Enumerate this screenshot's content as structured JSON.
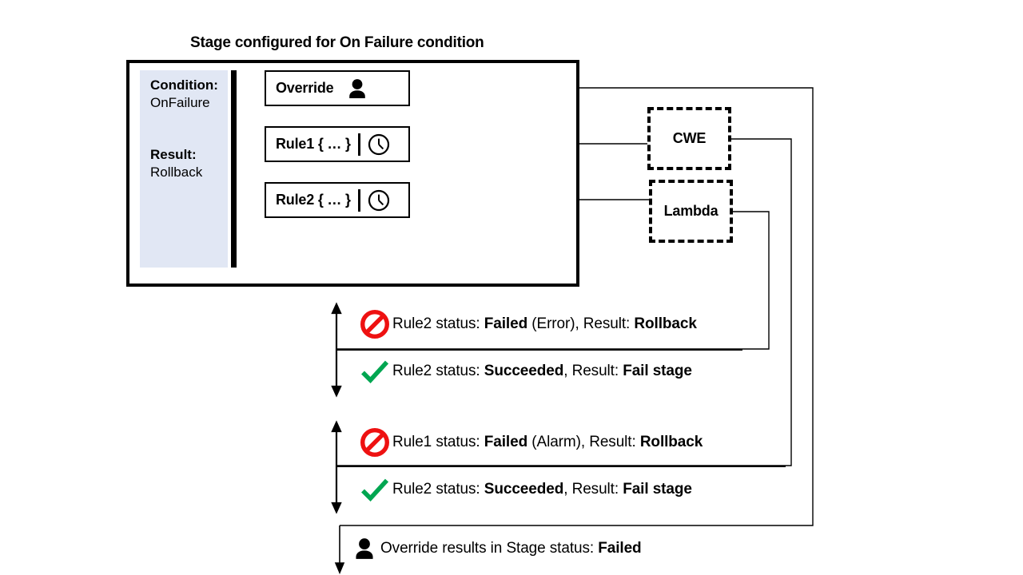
{
  "title": "Stage configured for On Failure condition",
  "stage_panel": {
    "condition_label": "Condition:",
    "condition_value": "OnFailure",
    "result_label": "Result:",
    "result_value": "Rollback"
  },
  "nodes": [
    {
      "id": "override",
      "label": "Override",
      "icon": "person-icon"
    },
    {
      "id": "rule1",
      "label": "Rule1 { … }",
      "icon": "clock-icon"
    },
    {
      "id": "rule2",
      "label": "Rule2 { … }",
      "icon": "clock-icon"
    }
  ],
  "services": [
    {
      "id": "cwe",
      "label": "CWE"
    },
    {
      "id": "lambda",
      "label": "Lambda"
    }
  ],
  "status_rows": [
    {
      "id": "rule2-failed",
      "icon": "no-entry-icon",
      "parts": [
        {
          "text": "Rule2 status: ",
          "bold": false
        },
        {
          "text": "Failed",
          "bold": true
        },
        {
          "text": " (Error), Result: ",
          "bold": false
        },
        {
          "text": "Rollback",
          "bold": true
        }
      ]
    },
    {
      "id": "rule2-succeeded-a",
      "icon": "check-icon",
      "parts": [
        {
          "text": "Rule2 status: ",
          "bold": false
        },
        {
          "text": "Succeeded",
          "bold": true
        },
        {
          "text": ", Result: ",
          "bold": false
        },
        {
          "text": "Fail stage",
          "bold": true
        }
      ]
    },
    {
      "id": "rule1-failed",
      "icon": "no-entry-icon",
      "parts": [
        {
          "text": "Rule1 status: ",
          "bold": false
        },
        {
          "text": "Failed",
          "bold": true
        },
        {
          "text": " (Alarm), Result: ",
          "bold": false
        },
        {
          "text": "Rollback",
          "bold": true
        }
      ]
    },
    {
      "id": "rule2-succeeded-b",
      "icon": "check-icon",
      "parts": [
        {
          "text": "Rule2 status: ",
          "bold": false
        },
        {
          "text": "Succeeded",
          "bold": true
        },
        {
          "text": ", Result: ",
          "bold": false
        },
        {
          "text": "Fail stage",
          "bold": true
        }
      ]
    },
    {
      "id": "override-result",
      "icon": "person-icon",
      "parts": [
        {
          "text": "Override results in Stage status: ",
          "bold": false
        },
        {
          "text": "Failed",
          "bold": true
        }
      ]
    }
  ],
  "colors": {
    "panel_fill": "#e1e7f4",
    "stroke": "#000000",
    "error_red": "#ee1111",
    "success_green": "#00a651",
    "background": "#ffffff"
  }
}
